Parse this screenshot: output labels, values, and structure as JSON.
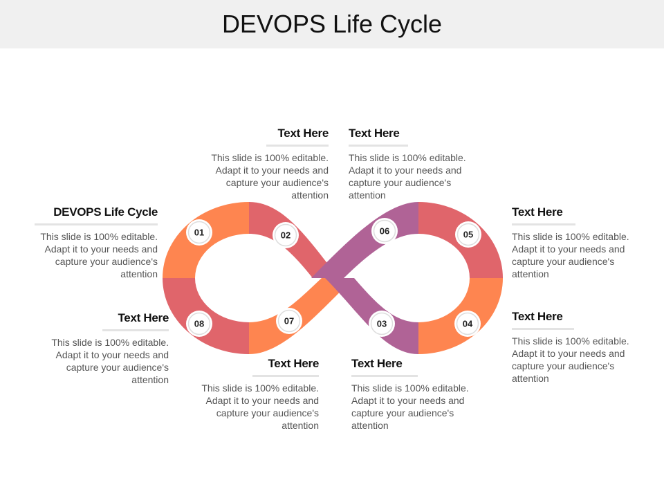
{
  "title": "DEVOPS Life Cycle",
  "colors": {
    "orange": "#FE8550",
    "coral": "#E0656B",
    "purple": "#B06396",
    "header_bg": "#F0F0F0"
  },
  "segments": [
    {
      "number": "01",
      "color": "orange"
    },
    {
      "number": "02",
      "color": "coral"
    },
    {
      "number": "03",
      "color": "purple"
    },
    {
      "number": "04",
      "color": "orange"
    },
    {
      "number": "05",
      "color": "coral"
    },
    {
      "number": "06",
      "color": "purple"
    },
    {
      "number": "07",
      "color": "orange"
    },
    {
      "number": "08",
      "color": "coral"
    }
  ],
  "blocks": [
    {
      "heading": "DEVOPS Life Cycle",
      "text": "This slide is 100% editable. Adapt it to your needs and capture your audience's attention"
    },
    {
      "heading": "Text Here",
      "text": "This slide is 100% editable. Adapt it to your needs and capture your audience's attention"
    },
    {
      "heading": "Text Here",
      "text": "This slide is 100% editable. Adapt it to your needs and capture your audience's attention"
    },
    {
      "heading": "Text Here",
      "text": "This slide is 100% editable. Adapt it to your needs and capture your audience's attention"
    },
    {
      "heading": "Text Here",
      "text": "This slide is 100% editable. Adapt it to your needs and capture your audience's attention"
    },
    {
      "heading": "Text Here",
      "text": "This slide is 100% editable. Adapt it to your needs and capture your audience's attention"
    },
    {
      "heading": "Text Here",
      "text": "This slide is 100% editable. Adapt it to your needs and capture your audience's attention"
    },
    {
      "heading": "Text Here",
      "text": "This slide is 100% editable. Adapt it to your needs and capture your audience's attention"
    }
  ]
}
